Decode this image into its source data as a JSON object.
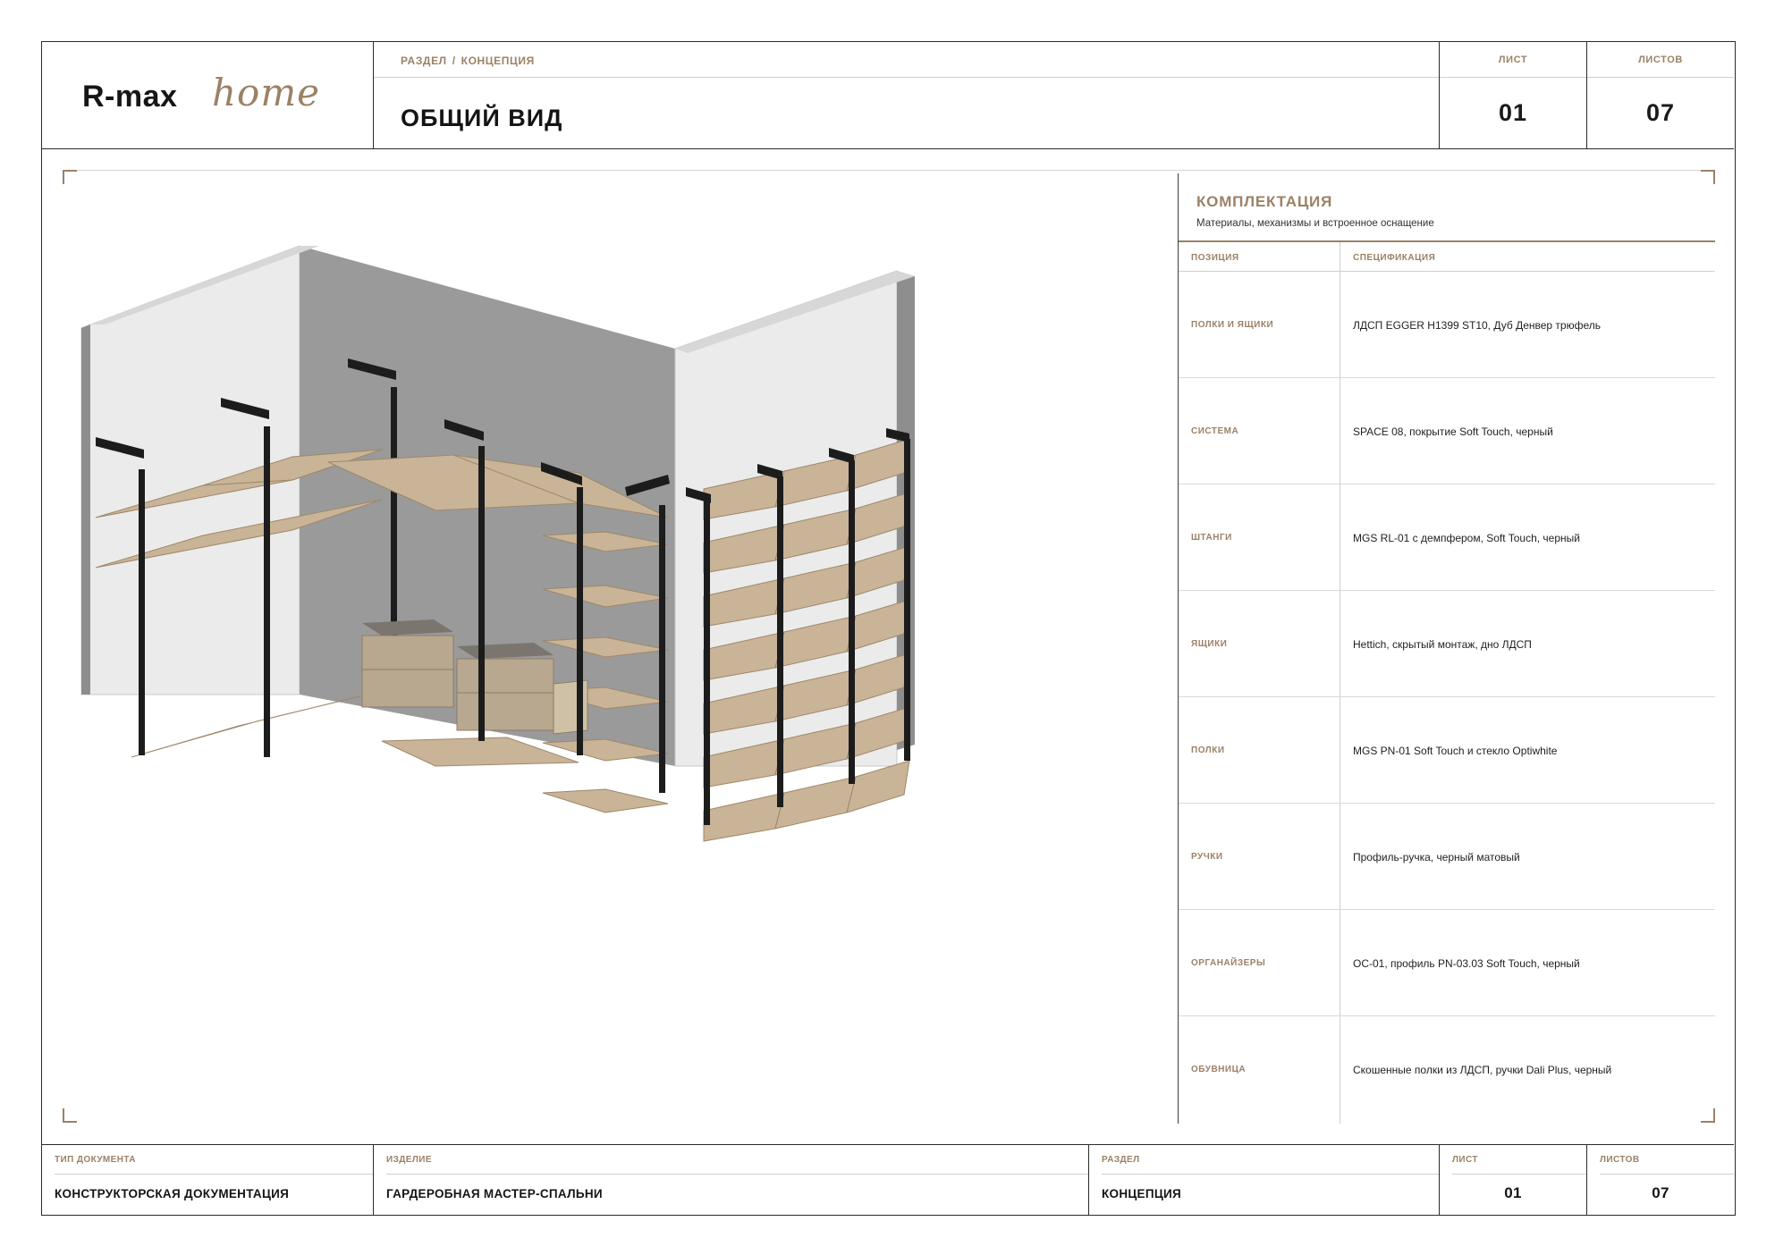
{
  "brand": {
    "name": "R-max",
    "script": "home"
  },
  "header": {
    "section_label": "РАЗДЕЛ",
    "breadcrumb_sep": "/",
    "section_value": "КОНЦЕПЦИЯ",
    "title": "ОБЩИЙ ВИД",
    "sheet_label": "ЛИСТ",
    "sheet_value": "01",
    "sheets_label": "ЛИСТОВ",
    "sheets_value": "07"
  },
  "spec": {
    "title": "КОМПЛЕКТАЦИЯ",
    "subtitle": "Материалы, механизмы и встроенное оснащение",
    "col_position": "ПОЗИЦИЯ",
    "col_spec": "СПЕЦИФИКАЦИЯ",
    "rows": [
      {
        "position": "ПОЛКИ И ЯЩИКИ",
        "value": "ЛДСП EGGER H1399 ST10, Дуб Денвер трюфель"
      },
      {
        "position": "СИСТЕМА",
        "value": "SPACE 08, покрытие Soft Touch, черный"
      },
      {
        "position": "ШТАНГИ",
        "value": "MGS RL-01 с демпфером, Soft Touch, черный"
      },
      {
        "position": "ЯЩИКИ",
        "value": "Hettich, скрытый монтаж, дно ЛДСП"
      },
      {
        "position": "ПОЛКИ",
        "value": "MGS PN-01 Soft Touch и стекло Optiwhite"
      },
      {
        "position": "РУЧКИ",
        "value": "Профиль-ручка, черный матовый"
      },
      {
        "position": "ОРГАНАЙЗЕРЫ",
        "value": "OC-01, профиль PN-03.03 Soft Touch, черный"
      },
      {
        "position": "ОБУВНИЦА",
        "value": "Скошенные полки из ЛДСП, ручки Dali Plus, черный"
      }
    ]
  },
  "footer": {
    "doc_type_label": "ТИП ДОКУМЕНТА",
    "doc_type_value": "КОНСТРУКТОРСКАЯ ДОКУМЕНТАЦИЯ",
    "product_label": "ИЗДЕЛИЕ",
    "product_value": "ГАРДЕРОБНАЯ МАСТЕР-СПАЛЬНИ",
    "section_label": "РАЗДЕЛ",
    "section_value": "КОНЦЕПЦИЯ",
    "sheet_label": "ЛИСТ",
    "sheet_value": "01",
    "sheets_label": "ЛИСТОВ",
    "sheets_value": "07"
  },
  "colors": {
    "accent": "#9b8166",
    "line": "#2a2a2a",
    "wood": "#c9b497",
    "wood_edge": "#9f876a",
    "metal": "#1c1c1c",
    "wall_dark": "#9a9a9a",
    "wall_light": "#ebebeb"
  },
  "illustration": {
    "icon": "wardrobe-isometric-drawing"
  }
}
